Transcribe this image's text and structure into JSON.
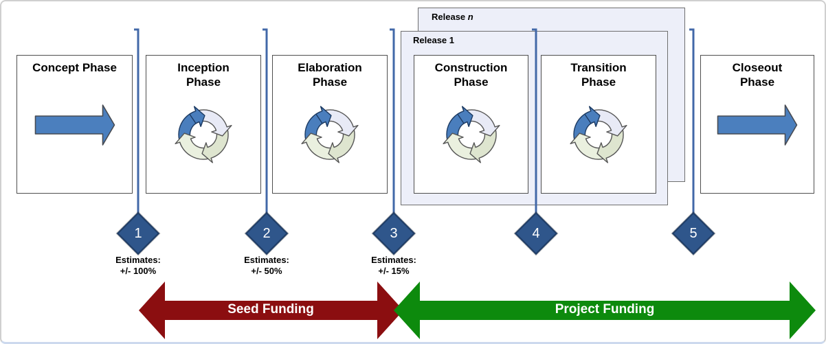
{
  "colors": {
    "block_arrow_blue": "#4b7fbe",
    "milestone_diamond_blue": "#2f568b",
    "milestone_line_blue": "#4268a8",
    "seed_funding_red": "#8b0e10",
    "project_funding_green": "#0d8a0d",
    "release_box_fill": "#edeff9",
    "cycle_blue": "#4a7ebd",
    "cycle_lavender": "#e8eaf6",
    "cycle_sage": "#dee5cf",
    "cycle_pale_green": "#eaf0df"
  },
  "releases": {
    "back": {
      "prefix": "Release",
      "var": "n"
    },
    "front": {
      "prefix": "Release",
      "var": "1"
    }
  },
  "phases": [
    {
      "title": "Concept Phase",
      "icon": "forward-arrow"
    },
    {
      "title": "Inception\nPhase",
      "icon": "iteration-cycle"
    },
    {
      "title": "Elaboration\nPhase",
      "icon": "iteration-cycle"
    },
    {
      "title": "Construction\nPhase",
      "icon": "iteration-cycle"
    },
    {
      "title": "Transition\nPhase",
      "icon": "iteration-cycle"
    },
    {
      "title": "Closeout\nPhase",
      "icon": "forward-arrow"
    }
  ],
  "milestones": [
    {
      "number": "1",
      "estimate": {
        "label": "Estimates:",
        "value": "+/- 100%"
      }
    },
    {
      "number": "2",
      "estimate": {
        "label": "Estimates:",
        "value": "+/- 50%"
      }
    },
    {
      "number": "3",
      "estimate": {
        "label": "Estimates:",
        "value": "+/- 15%"
      }
    },
    {
      "number": "4"
    },
    {
      "number": "5"
    }
  ],
  "funding": {
    "seed_label": "Seed Funding",
    "project_label": "Project Funding"
  }
}
